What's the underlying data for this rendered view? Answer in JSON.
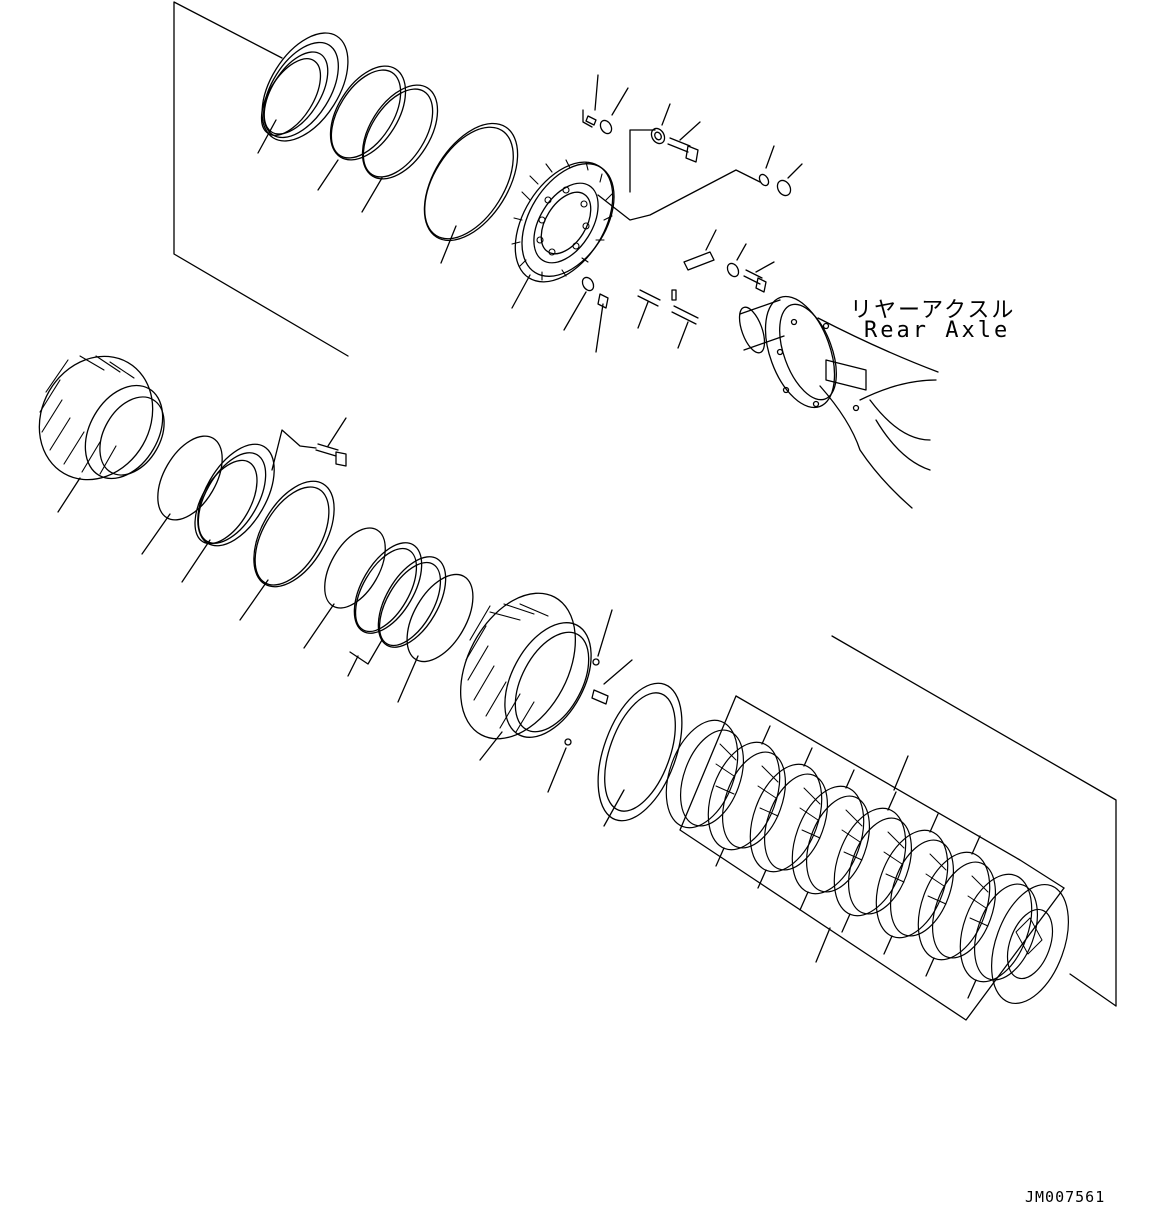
{
  "labels": {
    "rear_axle_jp": "リヤーアクスル",
    "rear_axle_en": "Rear Axle"
  },
  "drawing_code": "JM007561"
}
